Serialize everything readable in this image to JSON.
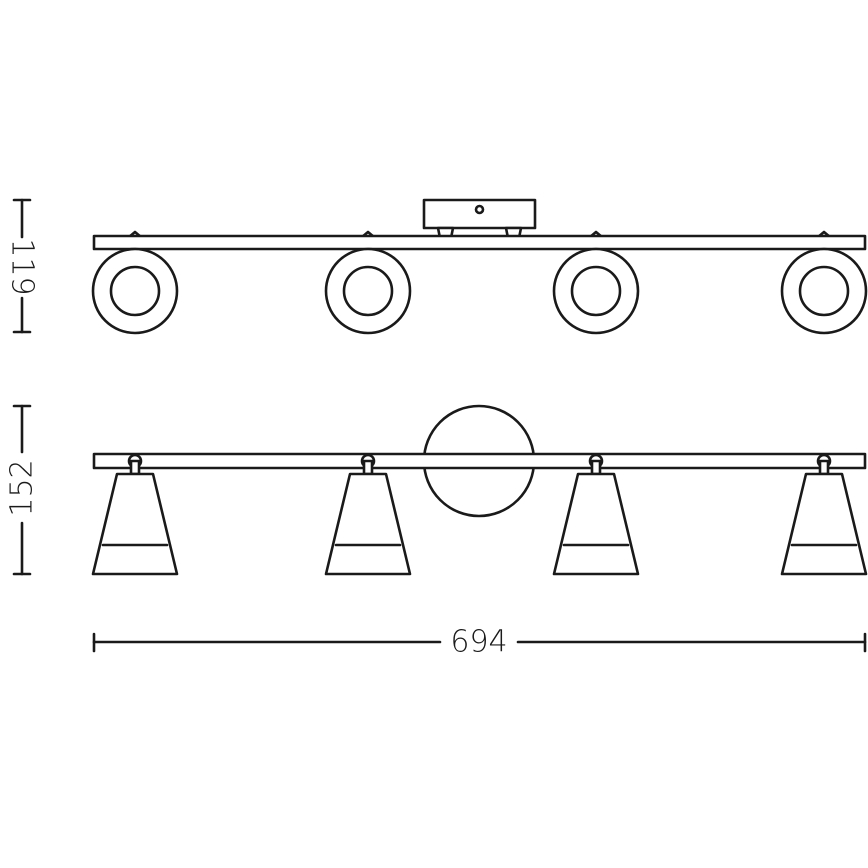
{
  "dimensions": {
    "top_view_height": "119",
    "front_view_height": "152",
    "total_width": "694"
  },
  "colors": {
    "line": "#1a1a1a",
    "background": "#ffffff"
  }
}
